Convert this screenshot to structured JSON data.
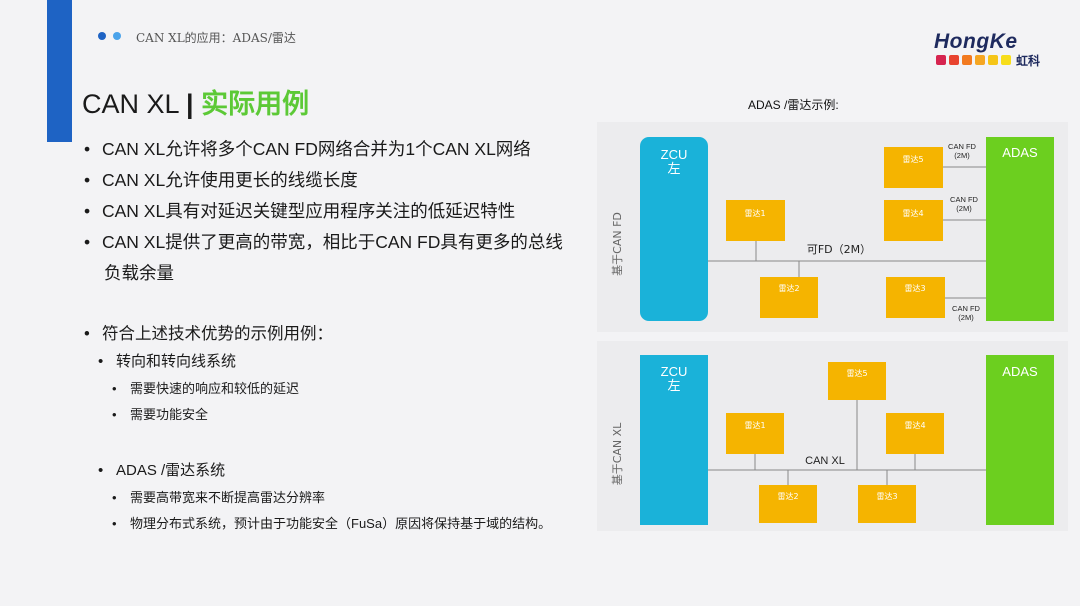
{
  "header": {
    "breadcrumb": "CAN XL的应用：ADAS/雷达",
    "logo_word": "HongKe",
    "logo_cn": "虹科",
    "logo_square_colors": [
      "#d6244f",
      "#e8432f",
      "#f27a20",
      "#f5a623",
      "#f5c518",
      "#f7dd1a"
    ]
  },
  "title": {
    "main": "CAN XL",
    "separator": "|",
    "accent": "实际用例"
  },
  "bullets": {
    "b1": "CAN XL允许将多个CAN FD网络合并为1个CAN XL网络",
    "b2": "CAN XL允许使用更长的线缆长度",
    "b3": "CAN XL具有对延迟关键型应用程序关注的低延迟特性",
    "b4_line1": "CAN XL提供了更高的带宽，相比于CAN FD具有更多的总线",
    "b4_line2": "负载余量",
    "b5": "符合上述技术优势的示例用例：",
    "s1": "转向和转向线系统",
    "s1a": "需要快速的响应和较低的延迟",
    "s1b": "需要功能安全",
    "s2": "ADAS /雷达系统",
    "s2a": "需要高带宽来不断提高雷达分辨率",
    "s2b": "物理分布式系统，预计由于功能安全（FuSa）原因将保持基于域的结构。"
  },
  "diagram": {
    "title": "ADAS /雷达示例:",
    "colors": {
      "zcu": "#1ab2d9",
      "adas": "#6ccf1f",
      "radar": "#f5b400",
      "line": "#888888"
    },
    "top": {
      "side_label": "基于CAN FD",
      "zcu_line1": "ZCU",
      "zcu_line2": "左",
      "adas": "ADAS",
      "bus_label": "可FD（2M）",
      "radars": [
        "雷达1",
        "雷达2",
        "雷达3",
        "雷达4",
        "雷达5"
      ],
      "canfd_labels": [
        {
          "line1": "CAN FD",
          "line2": "(2M)"
        },
        {
          "line1": "CAN FD",
          "line2": "(2M)"
        },
        {
          "line1": "CAN FD",
          "line2": "(2M)"
        }
      ]
    },
    "bottom": {
      "side_label": "基于CAN XL",
      "zcu_line1": "ZCU",
      "zcu_line2": "左",
      "adas": "ADAS",
      "bus_label": "CAN XL",
      "radars": [
        "雷达1",
        "雷达2",
        "雷达3",
        "雷达4",
        "雷达5"
      ]
    }
  }
}
